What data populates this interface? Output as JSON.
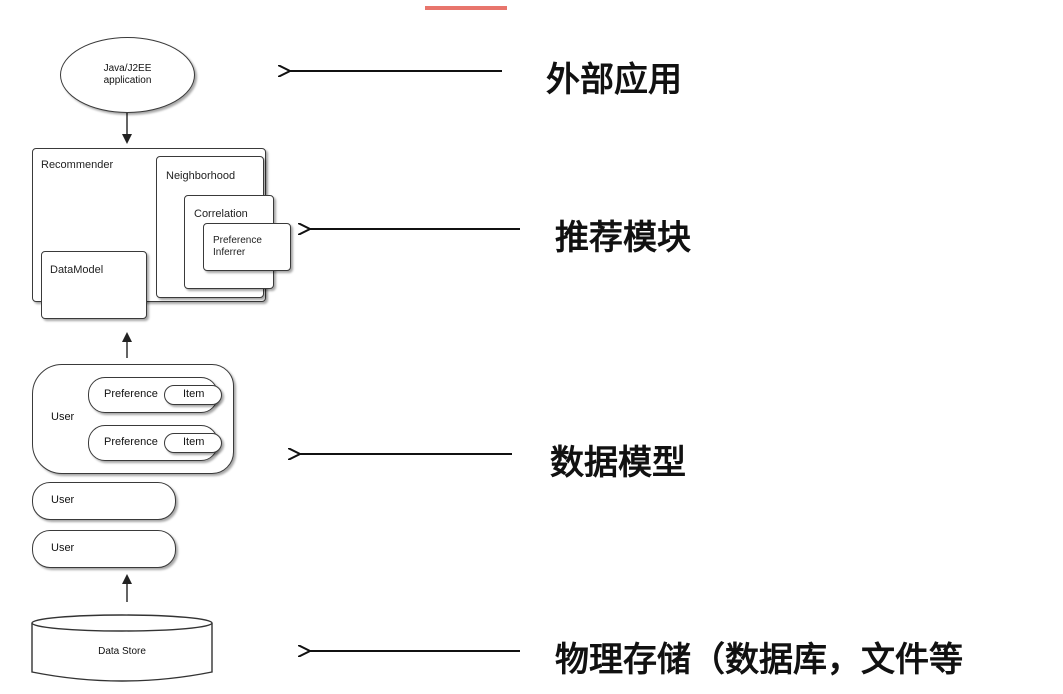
{
  "diagram": {
    "external_app": {
      "line1": "Java/J2EE",
      "line2": "application"
    },
    "recommender": "Recommender",
    "neighborhood": "Neighborhood",
    "correlation": "Correlation",
    "preference_inferrer": {
      "line1": "Preference",
      "line2": "Inferrer"
    },
    "data_model": "DataModel",
    "user": "User",
    "preference": "Preference",
    "item": "Item",
    "data_store": "Data Store"
  },
  "layers": {
    "external": "外部应用",
    "recommend": "推荐模块",
    "data_model": "数据模型",
    "storage": "物理存储（数据库，文件等"
  }
}
